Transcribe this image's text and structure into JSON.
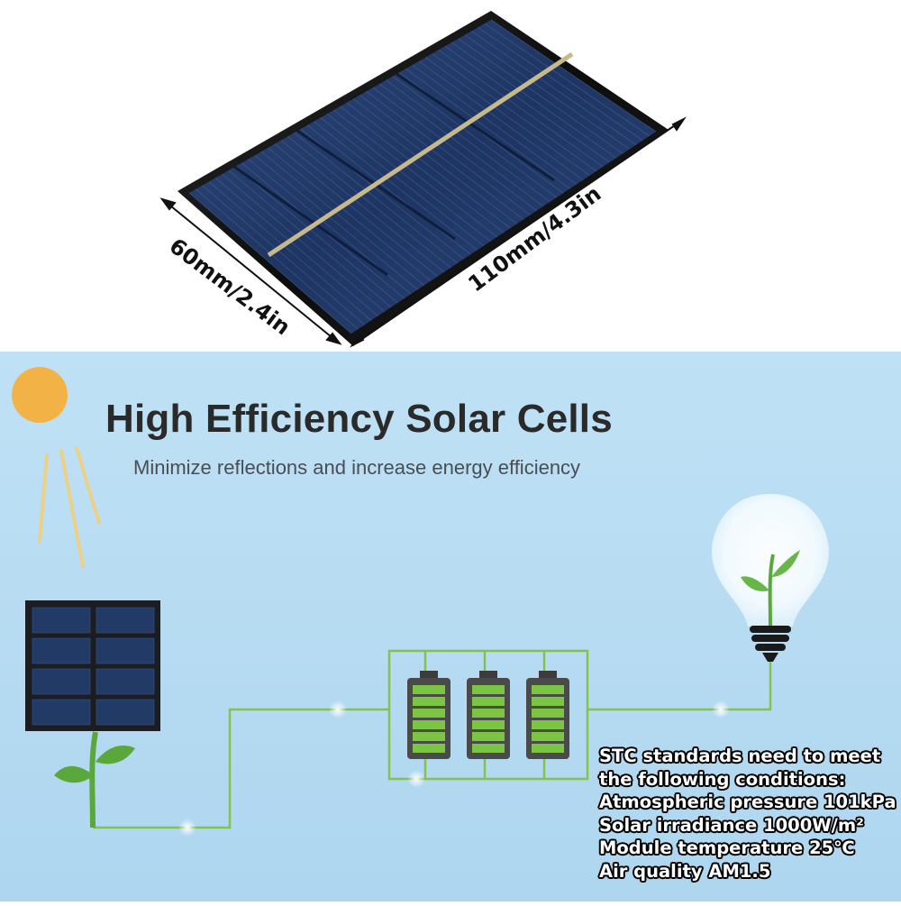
{
  "product": {
    "width_dimension": "60mm/2.4in",
    "length_dimension": "110mm/4.3in"
  },
  "infographic": {
    "headline": "High Efficiency Solar Cells",
    "subtitle": "Minimize reflections and increase energy efficiency",
    "stc_lines": [
      "STC standards need to meet",
      "the following conditions:",
      "Atmospheric pressure 101kPa",
      "Solar irradiance 1000W/m²",
      "Module temperature 25℃",
      "Air quality AM1.5"
    ],
    "battery_count": 3,
    "battery_charge_fraction": 1.0
  },
  "colors": {
    "sky_background": "#b7dcf2",
    "panel_cell": "#223a66",
    "battery_green": "#7cc443",
    "circuit_line": "#86c04d",
    "sun": "#f3b246"
  }
}
